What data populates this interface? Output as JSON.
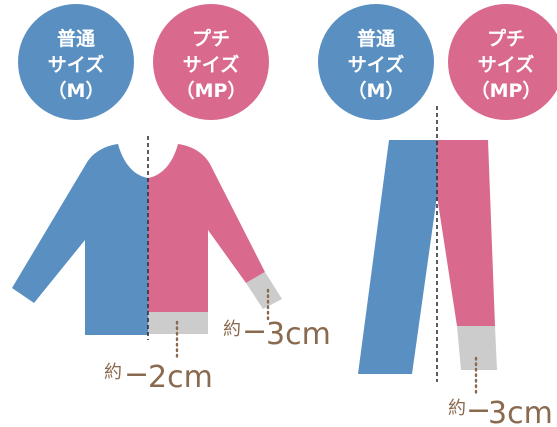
{
  "colors": {
    "regular": "#5a8fc2",
    "petite": "#d96a8e",
    "removed": "#cccccc",
    "annotation": "#8a6a4e",
    "guide": "#333333"
  },
  "badges": [
    {
      "line1": "普通",
      "line2": "サイズ",
      "line3": "（M）"
    },
    {
      "line1": "プチ",
      "line2": "サイズ",
      "line3": "（MP）"
    },
    {
      "line1": "普通",
      "line2": "サイズ",
      "line3": "（M）"
    },
    {
      "line1": "プチ",
      "line2": "サイズ",
      "line3": "（MP）"
    }
  ],
  "annotations": {
    "top_sleeve": {
      "prefix": "約",
      "dash": "−",
      "value": "3cm"
    },
    "top_hem": {
      "prefix": "約",
      "dash": "−",
      "value": "2cm"
    },
    "pants_hem": {
      "prefix": "約",
      "dash": "−",
      "value": "3cm"
    }
  }
}
